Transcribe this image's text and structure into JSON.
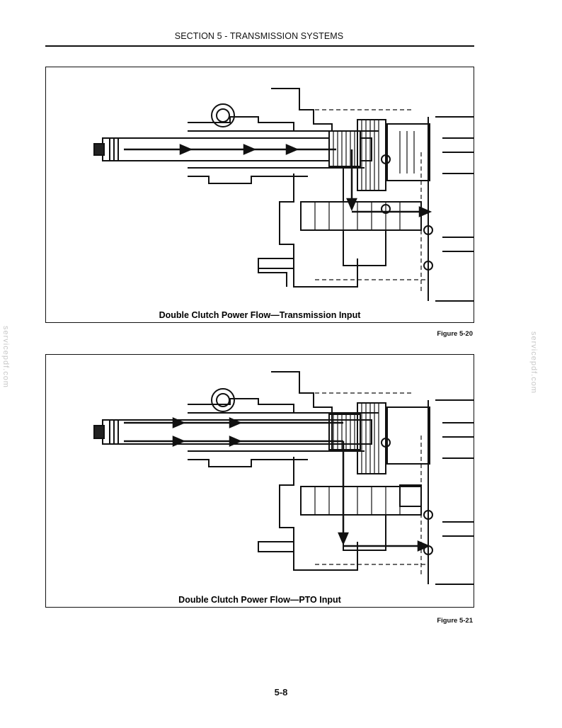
{
  "header": {
    "title": "SECTION 5 - TRANSMISSION SYSTEMS"
  },
  "figures": [
    {
      "caption": "Double Clutch Power Flow—Transmission Input",
      "number": "Figure 5-20"
    },
    {
      "caption": "Double Clutch Power Flow—PTO Input",
      "number": "Figure 5-21"
    }
  ],
  "page_number": "5-8",
  "watermark": "servicepdf.com"
}
